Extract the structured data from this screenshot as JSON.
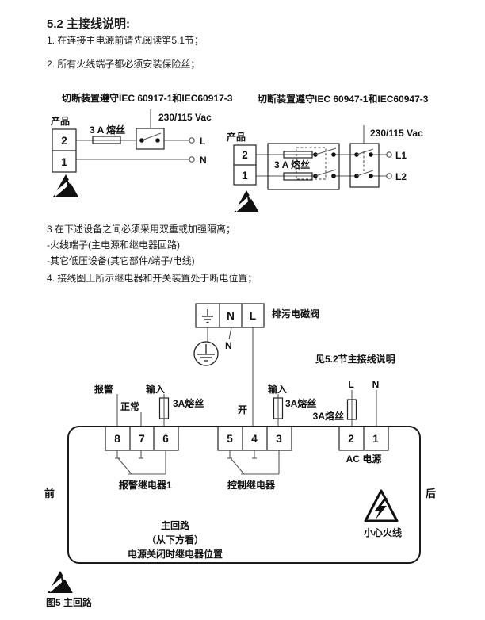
{
  "page": {
    "heading": "5.2 主接线说明:",
    "items": [
      "1. 在连接主电源前请先阅读第5.1节；",
      "2. 所有火线端子都必须安装保险丝；",
      "3 在下述设备之间必须采用双重或加强隔离；",
      "-火线端子(主电源和继电器回路)",
      "-其它低压设备(其它部件/端子/电线)",
      "4. 接线图上所示继电器和开关装置处于断电位置；"
    ],
    "figure_caption": "图5 主回路"
  },
  "diagram_iec60917": {
    "title": "切断装置遵守IEC 60917-1和IEC60917-3",
    "product_label": "产品",
    "terminal_2": "2",
    "terminal_1": "1",
    "fuse_label": "3 A 熔丝",
    "voltage_label": "230/115 Vac",
    "line_label": "L",
    "neutral_label": "N"
  },
  "diagram_iec60947": {
    "title": "切断装置遵守IEC 60947-1和IEC60947-3",
    "product_label": "产品",
    "terminal_2": "2",
    "terminal_1": "1",
    "fuse_label": "3 A 熔丝",
    "voltage_label": "230/115 Vac",
    "line1_label": "L1",
    "line2_label": "L2"
  },
  "main_diagram": {
    "solenoid_valve_label": "排污电磁阀",
    "solenoid_terminal_n": "N",
    "solenoid_terminal_l": "L",
    "earth_n_label": "N",
    "see_note": "见5.2节主接线说明",
    "alarm_label": "报警",
    "normal_label": "正常",
    "input_left_label": "输入",
    "fuse1_label": "3A熔丝",
    "open_label": "开",
    "input_right_label": "输入",
    "fuse2_label": "3A熔丝",
    "fuse3_label": "3A熔丝",
    "line_label": "L",
    "neutral_label": "N",
    "terminals": [
      "8",
      "7",
      "6",
      "5",
      "4",
      "3",
      "2",
      "1"
    ],
    "alarm_relay_label": "报警继电器1",
    "control_relay_label": "控制继电器",
    "ac_power_label": "AC 电源",
    "front_label": "前",
    "rear_label": "后",
    "circuit_lines": [
      "主回路",
      "（从下方看）",
      "电源关闭时继电器位置"
    ],
    "caution_label": "小心火线"
  }
}
